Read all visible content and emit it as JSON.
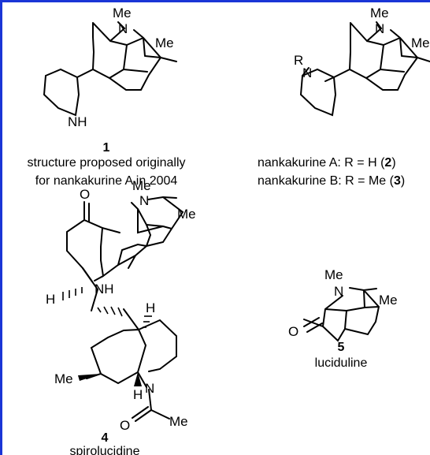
{
  "frame": {
    "border_color": "#1a35d6"
  },
  "compound1": {
    "label": "1",
    "caption_line1": "structure proposed originally",
    "caption_line2": "for nankakurine A in 2004",
    "atoms": {
      "n_top": "N",
      "me_top": "Me",
      "me_right": "Me",
      "nh": "NH"
    }
  },
  "compound23": {
    "line1_prefix": "nankakurine A: R = H (",
    "line1_num": "2",
    "line1_suffix": ")",
    "line2_prefix": "nankakurine B: R = Me (",
    "line2_num": "3",
    "line2_suffix": ")",
    "atoms": {
      "r": "R",
      "n_pip": "N",
      "n_top": "N",
      "me_top": "Me",
      "me_right": "Me"
    }
  },
  "compound4": {
    "label": "4",
    "name": "spirolucidine",
    "atoms": {
      "o_ketone": "O",
      "n_top": "N",
      "me_top": "Me",
      "me_right": "Me",
      "nh": "NH",
      "h_side": "H",
      "h_top": "H",
      "h_bottom": "H",
      "me_left": "Me",
      "n_acetyl": "N",
      "o_acetyl": "O",
      "me_acetyl": "Me"
    }
  },
  "compound5": {
    "label": "5",
    "name": "luciduline",
    "atoms": {
      "me_top": "Me",
      "n_top": "N",
      "me_right": "Me",
      "o_ketone": "O"
    }
  }
}
